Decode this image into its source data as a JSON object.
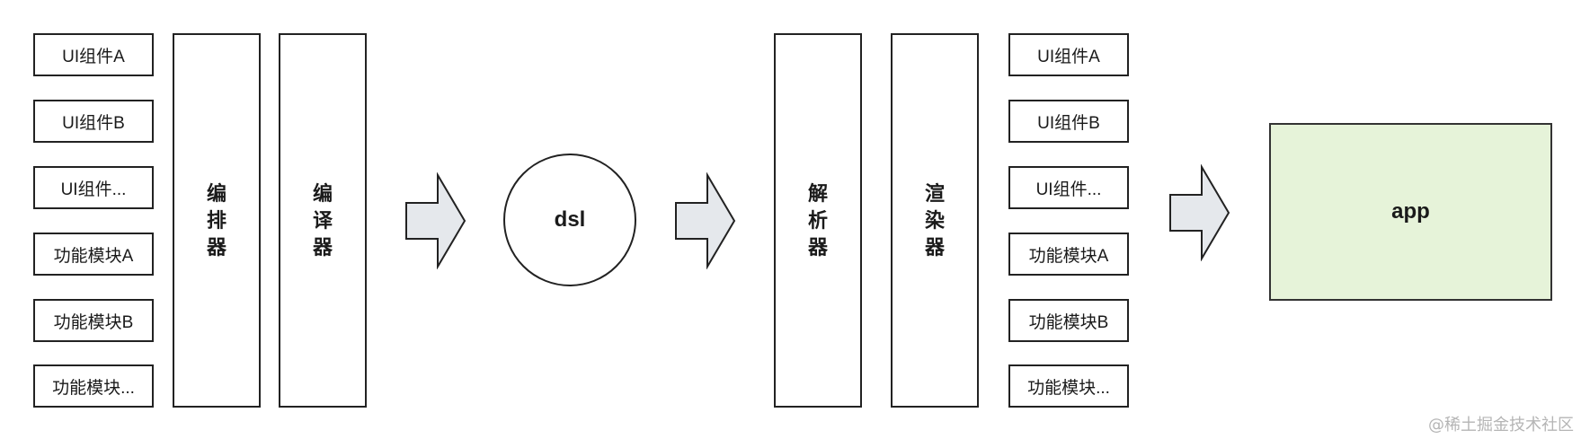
{
  "left_column": [
    "UI组件A",
    "UI组件B",
    "UI组件...",
    "功能模块A",
    "功能模块B",
    "功能模块..."
  ],
  "layout_stage": "编排器",
  "compile_stage": "编译器",
  "dsl_label": "dsl",
  "parse_stage": "解析器",
  "render_stage": "渲染器",
  "right_column": [
    "UI组件A",
    "UI组件B",
    "UI组件...",
    "功能模块A",
    "功能模块B",
    "功能模块..."
  ],
  "app_label": "app",
  "watermark": "@稀土掘金技术社区",
  "colors": {
    "app_fill": "#e6f3d9",
    "arrow_fill": "#e5e8ec",
    "stroke": "#222222"
  }
}
